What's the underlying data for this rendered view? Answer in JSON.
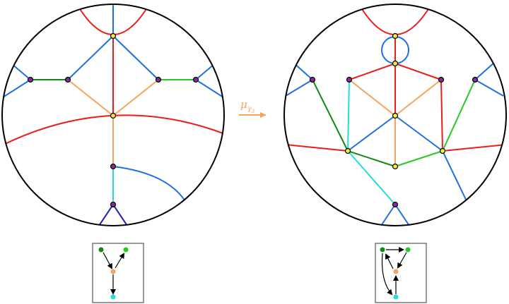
{
  "mutation_arrow": {
    "symbol": "μ",
    "subscript_base": "γ",
    "subscript_index": "3",
    "color": "#f4a460"
  },
  "colors": {
    "red": "#e8201c",
    "blue": "#1e6fe0",
    "navy": "#1a1aa8",
    "green": "#22cc22",
    "dark_green": "#118a11",
    "orange": "#f4a460",
    "cyan": "#22dddd",
    "vertex_yellow": "#f0ee3a",
    "vertex_purple": "#8a2a9a",
    "circle_stroke": "#000000"
  },
  "left_quiver": {
    "nodes": [
      {
        "id": "dg",
        "color": "#118a11"
      },
      {
        "id": "g",
        "color": "#22cc22"
      },
      {
        "id": "o",
        "color": "#f4a460"
      },
      {
        "id": "c",
        "color": "#22dddd"
      }
    ]
  },
  "right_quiver": {
    "nodes": [
      {
        "id": "dg",
        "color": "#118a11"
      },
      {
        "id": "g",
        "color": "#22cc22"
      },
      {
        "id": "o",
        "color": "#f4a460"
      },
      {
        "id": "c",
        "color": "#22dddd"
      }
    ]
  }
}
